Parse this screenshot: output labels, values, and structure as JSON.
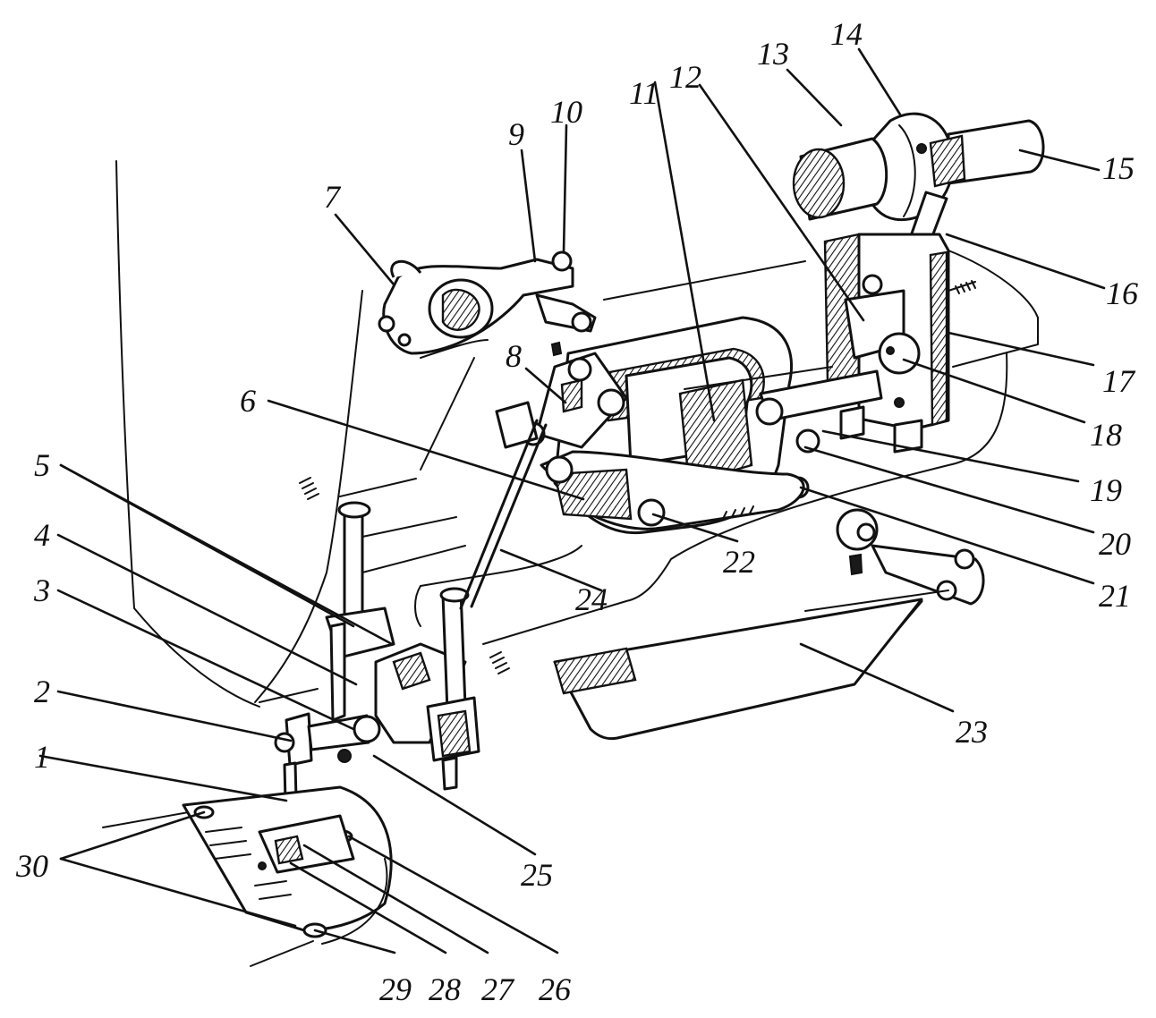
{
  "callouts": [
    {
      "id": 1,
      "text": "1"
    },
    {
      "id": 2,
      "text": "2"
    },
    {
      "id": 3,
      "text": "3"
    },
    {
      "id": 4,
      "text": "4"
    },
    {
      "id": 5,
      "text": "5"
    },
    {
      "id": 6,
      "text": "6"
    },
    {
      "id": 7,
      "text": "7"
    },
    {
      "id": 8,
      "text": "8"
    },
    {
      "id": 9,
      "text": "9"
    },
    {
      "id": 10,
      "text": "10"
    },
    {
      "id": 11,
      "text": "11"
    },
    {
      "id": 12,
      "text": "12"
    },
    {
      "id": 13,
      "text": "13"
    },
    {
      "id": 14,
      "text": "14"
    },
    {
      "id": 15,
      "text": "15"
    },
    {
      "id": 16,
      "text": "16"
    },
    {
      "id": 17,
      "text": "17"
    },
    {
      "id": 18,
      "text": "18"
    },
    {
      "id": 19,
      "text": "19"
    },
    {
      "id": 20,
      "text": "20"
    },
    {
      "id": 21,
      "text": "21"
    },
    {
      "id": 22,
      "text": "22"
    },
    {
      "id": 23,
      "text": "23"
    },
    {
      "id": 24,
      "text": "24"
    },
    {
      "id": 25,
      "text": "25"
    },
    {
      "id": 26,
      "text": "26"
    },
    {
      "id": 27,
      "text": "27"
    },
    {
      "id": 28,
      "text": "28"
    },
    {
      "id": 29,
      "text": "29"
    },
    {
      "id": 30,
      "text": "30"
    }
  ]
}
